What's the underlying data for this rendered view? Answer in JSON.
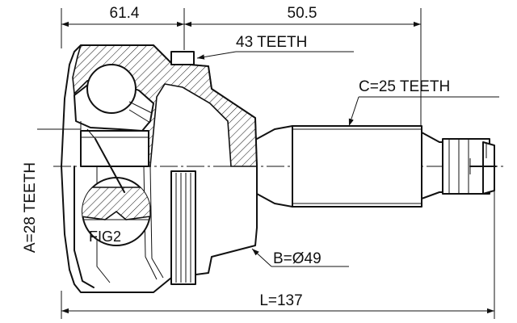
{
  "dimensions": {
    "joint_length": "61.4",
    "shaft_length": "50.5",
    "overall_length": "L=137"
  },
  "callouts": {
    "boot_teeth": "43 TEETH",
    "shaft_spline": "C=25 TEETH",
    "inner_spline": "A=28 TEETH",
    "abs_ring_diameter": "B=Ø49",
    "detail_figure": "FIG2"
  },
  "colors": {
    "line": "#111111",
    "background": "#ffffff"
  }
}
